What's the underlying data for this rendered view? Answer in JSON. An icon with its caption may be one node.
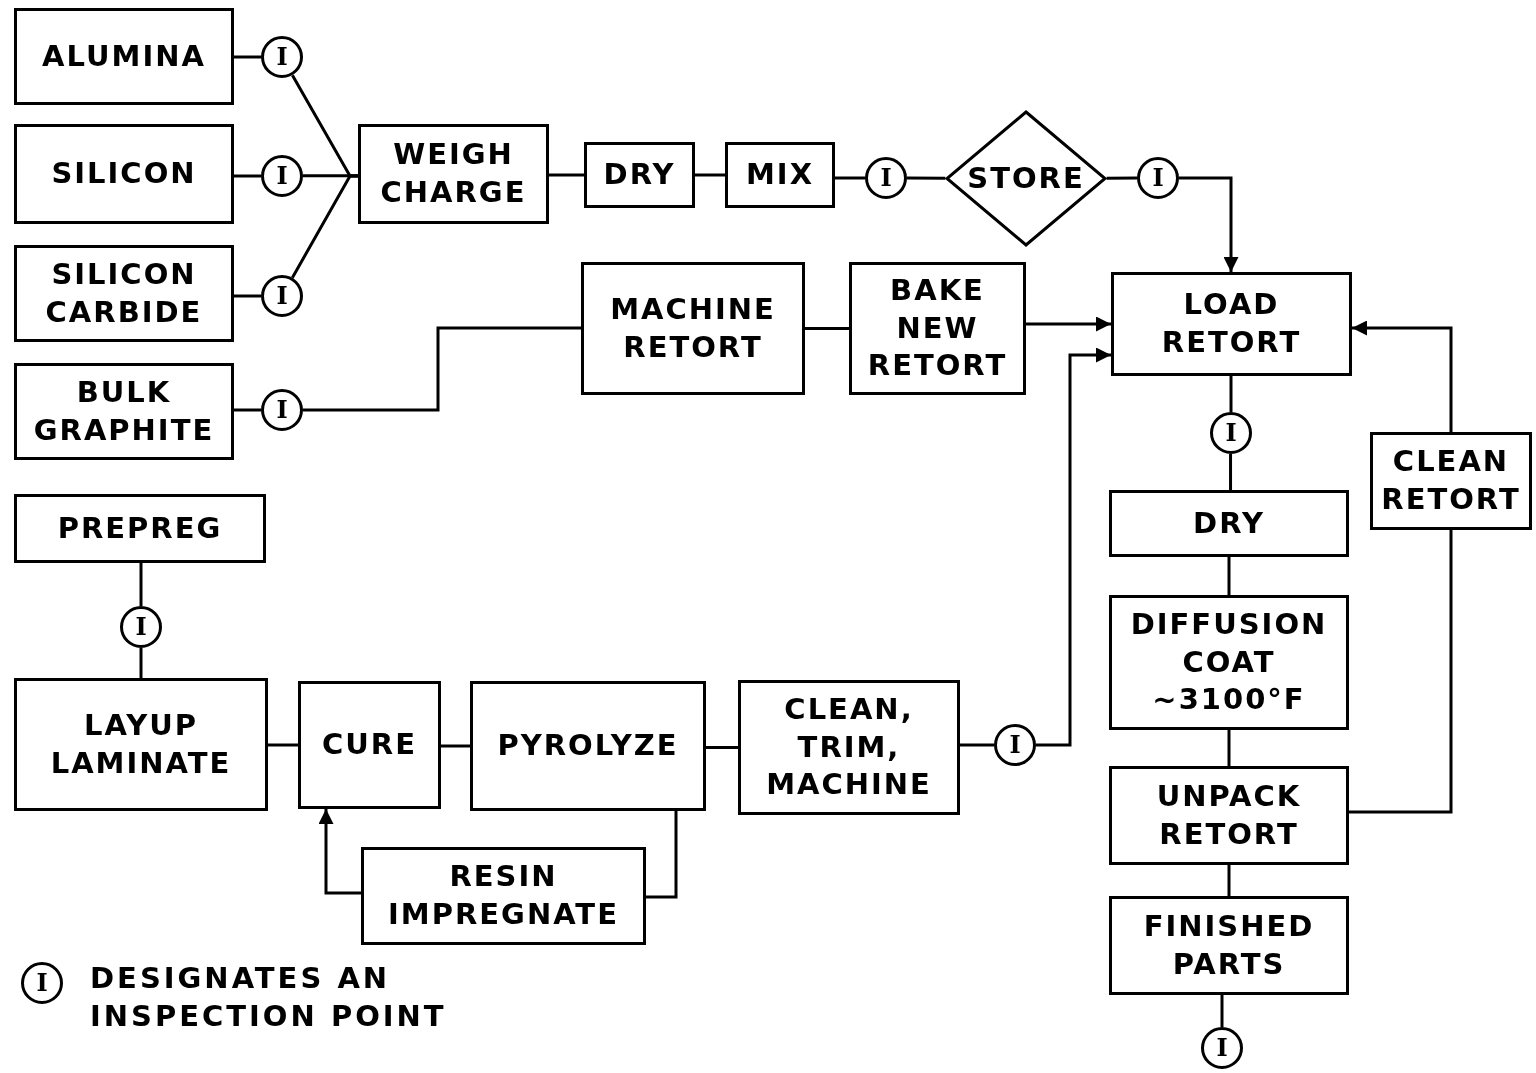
{
  "diagram": {
    "nodes": [
      {
        "text": [
          "ALUMINA"
        ]
      },
      {
        "text": [
          "I"
        ]
      },
      {
        "text": [
          "SILICON"
        ]
      },
      {
        "text": [
          "I"
        ]
      },
      {
        "text": [
          "SILICON CARBIDE"
        ]
      },
      {
        "text": [
          "I"
        ]
      },
      {
        "text": [
          "BULK GRAPHITE"
        ]
      },
      {
        "text": [
          "I"
        ]
      },
      {
        "text": [
          "WEIGH CHARGE"
        ]
      },
      {
        "text": [
          "DRY"
        ]
      },
      {
        "text": [
          "MIX"
        ]
      },
      {
        "text": [
          "I"
        ]
      },
      {
        "text": [
          "STORE"
        ]
      },
      {
        "text": [
          "I"
        ]
      },
      {
        "text": [
          "MACHINE RETORT"
        ]
      },
      {
        "text": [
          "BAKE NEW RETORT"
        ]
      },
      {
        "text": [
          "LOAD RETORT"
        ]
      },
      {
        "text": [
          "I"
        ]
      },
      {
        "text": [
          "CLEAN RETORT"
        ]
      },
      {
        "text": [
          "DRY"
        ]
      },
      {
        "text": [
          "DIFFUSION COAT ~3100°F"
        ]
      },
      {
        "text": [
          "UNPACK RETORT"
        ]
      },
      {
        "text": [
          "FINISHED PARTS"
        ]
      },
      {
        "text": [
          "I"
        ]
      },
      {
        "text": [
          "PREPREG"
        ]
      },
      {
        "text": [
          "I"
        ]
      },
      {
        "text": [
          "LAYUP LAMINATE"
        ]
      },
      {
        "text": [
          "CURE"
        ]
      },
      {
        "text": [
          "PYROLYZE"
        ]
      },
      {
        "text": [
          "CLEAN, TRIM, MACHINE"
        ]
      },
      {
        "text": [
          "I"
        ]
      },
      {
        "text": [
          "RESIN IMPREGNATE"
        ]
      }
    ],
    "edges": [
      {
        "from": 0,
        "to": 1,
        "arrow": "none"
      },
      {
        "from": 1,
        "to": 8,
        "arrow": "none"
      },
      {
        "from": 2,
        "to": 3,
        "arrow": "none"
      },
      {
        "from": 3,
        "to": 8,
        "arrow": "none"
      },
      {
        "from": 4,
        "to": 5,
        "arrow": "none"
      },
      {
        "from": 5,
        "to": 8,
        "arrow": "none"
      },
      {
        "from": 6,
        "to": 7,
        "arrow": "none"
      },
      {
        "from": 7,
        "to": 14,
        "arrow": "none"
      },
      {
        "from": 8,
        "to": 9,
        "arrow": "none"
      },
      {
        "from": 9,
        "to": 10,
        "arrow": "none"
      },
      {
        "from": 10,
        "to": 11,
        "arrow": "none"
      },
      {
        "from": 11,
        "to": 12,
        "arrow": "none"
      },
      {
        "from": 12,
        "to": 13,
        "arrow": "none"
      },
      {
        "from": 13,
        "to": 16,
        "arrow": "to"
      },
      {
        "from": 14,
        "to": 15,
        "arrow": "none"
      },
      {
        "from": 15,
        "to": 16,
        "arrow": "to"
      },
      {
        "from": 29,
        "to": 30,
        "arrow": "none"
      },
      {
        "from": 30,
        "to": 16,
        "arrow": "to"
      },
      {
        "from": 16,
        "to": 17,
        "arrow": "none"
      },
      {
        "from": 17,
        "to": 19,
        "arrow": "none"
      },
      {
        "from": 19,
        "to": 20,
        "arrow": "none"
      },
      {
        "from": 20,
        "to": 21,
        "arrow": "none"
      },
      {
        "from": 21,
        "to": 22,
        "arrow": "none"
      },
      {
        "from": 22,
        "to": 23,
        "arrow": "none"
      },
      {
        "from": 21,
        "to": 18,
        "arrow": "none"
      },
      {
        "from": 18,
        "to": 16,
        "arrow": "to"
      },
      {
        "from": 24,
        "to": 25,
        "arrow": "none"
      },
      {
        "from": 25,
        "to": 26,
        "arrow": "none"
      },
      {
        "from": 26,
        "to": 27,
        "arrow": "none"
      },
      {
        "from": 27,
        "to": 28,
        "arrow": "none"
      },
      {
        "from": 28,
        "to": 29,
        "arrow": "none"
      },
      {
        "from": 28,
        "to": 31,
        "arrow": "none"
      },
      {
        "from": 31,
        "to": 27,
        "arrow": "to"
      }
    ],
    "labels": [
      "I"
    ],
    "legend": [
      {
        "text": "DESIGNATES AN INSPECTION POINT"
      }
    ]
  }
}
